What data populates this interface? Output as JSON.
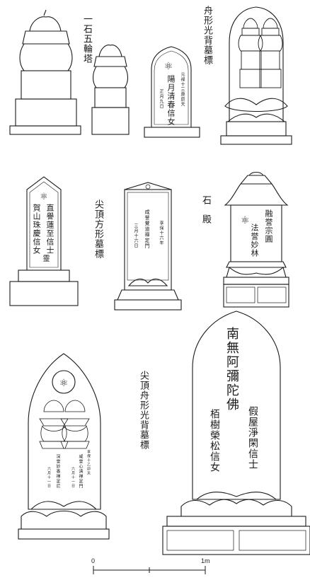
{
  "labels": {
    "gorinto": "一石五輪塔",
    "funagata": "舟形光背墓標",
    "sencho_hokei": "尖頂方形墓標",
    "sekiden": "石殿",
    "sencho_funagata": "尖頂舟形光背墓標"
  },
  "inscriptions": {
    "s3_right": "元禄十三庚辰天",
    "s3_main": "陽月清春信女",
    "s3_left": "正月九日",
    "s4_main1": "直譽蓮至信士",
    "s4_main2": "賀山珠慶信女",
    "s4_bottom": "靈",
    "s5_right": "享保十六年",
    "s5_main": "咸誉覺道禪定門",
    "s5_left": "三月十六日",
    "s6_main1": "融誉宗圓",
    "s6_main2": "法誉妙林",
    "s7_right": "享保十乙卯天",
    "s7_main_r": "咸誉心清禅定門",
    "s7_date_r": "六月十一日",
    "s7_main_l": "深誉妙香禅定尼",
    "s7_date_l": "六月十一日",
    "s8_title": "南無阿彌陀佛",
    "s8_right": "假屋淨閑信士",
    "s8_left": "栢樹榮松信女"
  },
  "scale": {
    "zero": "0",
    "one_m": "1m"
  }
}
